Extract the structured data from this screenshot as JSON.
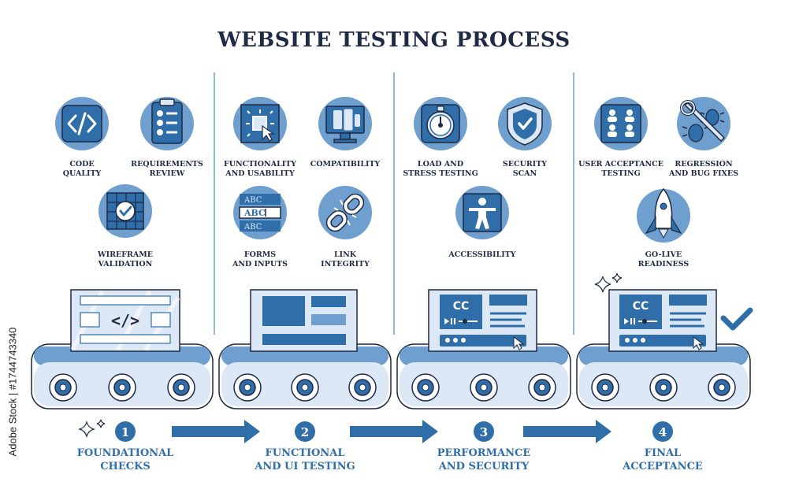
{
  "title": "WEBSITE TESTING PROCESS",
  "watermark": "Adobe Stock | #1744743340",
  "colors": {
    "dark_blue": "#2f6ea8",
    "mid_blue": "#6f9fcf",
    "light_blue": "#dce8f5",
    "navy_text": "#1f2a44"
  },
  "stages": [
    {
      "number": "1",
      "label_line1": "FOUNDATIONAL",
      "label_line2": "CHECKS",
      "items": [
        {
          "icon": "code-icon",
          "line1": "CODE",
          "line2": "QUALITY"
        },
        {
          "icon": "clipboard-checklist-icon",
          "line1": "REQUIREMENTS",
          "line2": "REVIEW"
        },
        {
          "icon": "wireframe-check-icon",
          "line1": "WIREFRAME",
          "line2": "VALIDATION"
        }
      ]
    },
    {
      "number": "2",
      "label_line1": "FUNCTIONAL",
      "label_line2": "AND UI TESTING",
      "items": [
        {
          "icon": "cursor-click-icon",
          "line1": "FUNCTIONALITY",
          "line2": "AND USABILITY"
        },
        {
          "icon": "devices-icon",
          "line1": "COMPATIBILITY",
          "line2": ""
        },
        {
          "icon": "form-fields-icon",
          "line1": "FORMS",
          "line2": "AND INPUTS",
          "field_text": "ABC"
        },
        {
          "icon": "broken-link-icon",
          "line1": "LINK",
          "line2": "INTEGRITY"
        }
      ]
    },
    {
      "number": "3",
      "label_line1": "PERFORMANCE",
      "label_line2": "AND SECURITY",
      "items": [
        {
          "icon": "stopwatch-icon",
          "line1": "LOAD AND",
          "line2": "STRESS TESTING"
        },
        {
          "icon": "shield-check-icon",
          "line1": "SECURITY",
          "line2": "SCAN"
        },
        {
          "icon": "accessibility-person-icon",
          "line1": "ACCESSIBILITY",
          "line2": ""
        }
      ]
    },
    {
      "number": "4",
      "label_line1": "FINAL",
      "label_line2": "ACCEPTANCE",
      "items": [
        {
          "icon": "users-group-icon",
          "line1": "USER ACCEPTANCE",
          "line2": "TESTING"
        },
        {
          "icon": "bug-wrench-icon",
          "line1": "REGRESSION",
          "line2": "AND BUG FIXES"
        },
        {
          "icon": "rocket-icon",
          "line1": "GO-LIVE",
          "line2": "READINESS"
        }
      ]
    }
  ],
  "screens": {
    "stage1_symbol": "</>",
    "caption_badge": "CC"
  }
}
